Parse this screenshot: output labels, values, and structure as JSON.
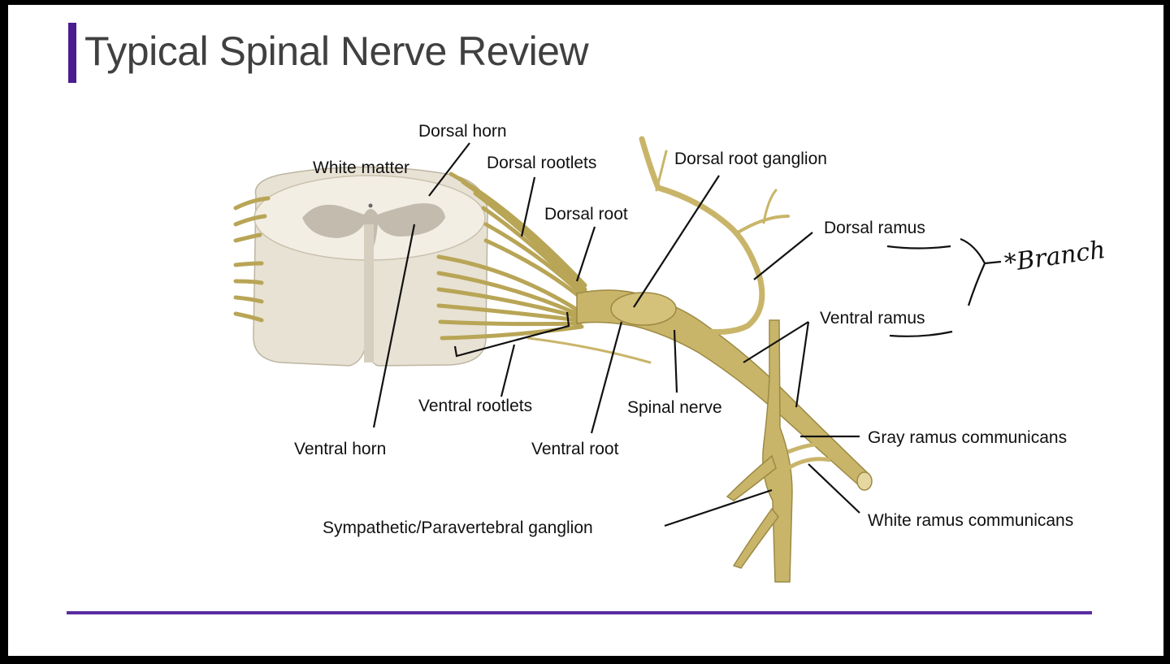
{
  "slide": {
    "title": "Typical Spinal Nerve Review",
    "accent_color": "#4b1c8f"
  },
  "labels": {
    "dorsal_horn": "Dorsal horn",
    "white_matter": "White matter",
    "dorsal_rootlets": "Dorsal rootlets",
    "dorsal_root_ganglion": "Dorsal root ganglion",
    "dorsal_root": "Dorsal root",
    "dorsal_ramus": "Dorsal ramus",
    "ventral_ramus": "Ventral ramus",
    "ventral_rootlets": "Ventral rootlets",
    "spinal_nerve": "Spinal nerve",
    "ventral_horn": "Ventral horn",
    "ventral_root": "Ventral root",
    "gray_ramus": "Gray ramus communicans",
    "white_ramus": "White ramus communicans",
    "sympathetic_ganglion": "Sympathetic/Paravertebral ganglion"
  },
  "annotation": {
    "handwritten_note": "*Branch"
  }
}
